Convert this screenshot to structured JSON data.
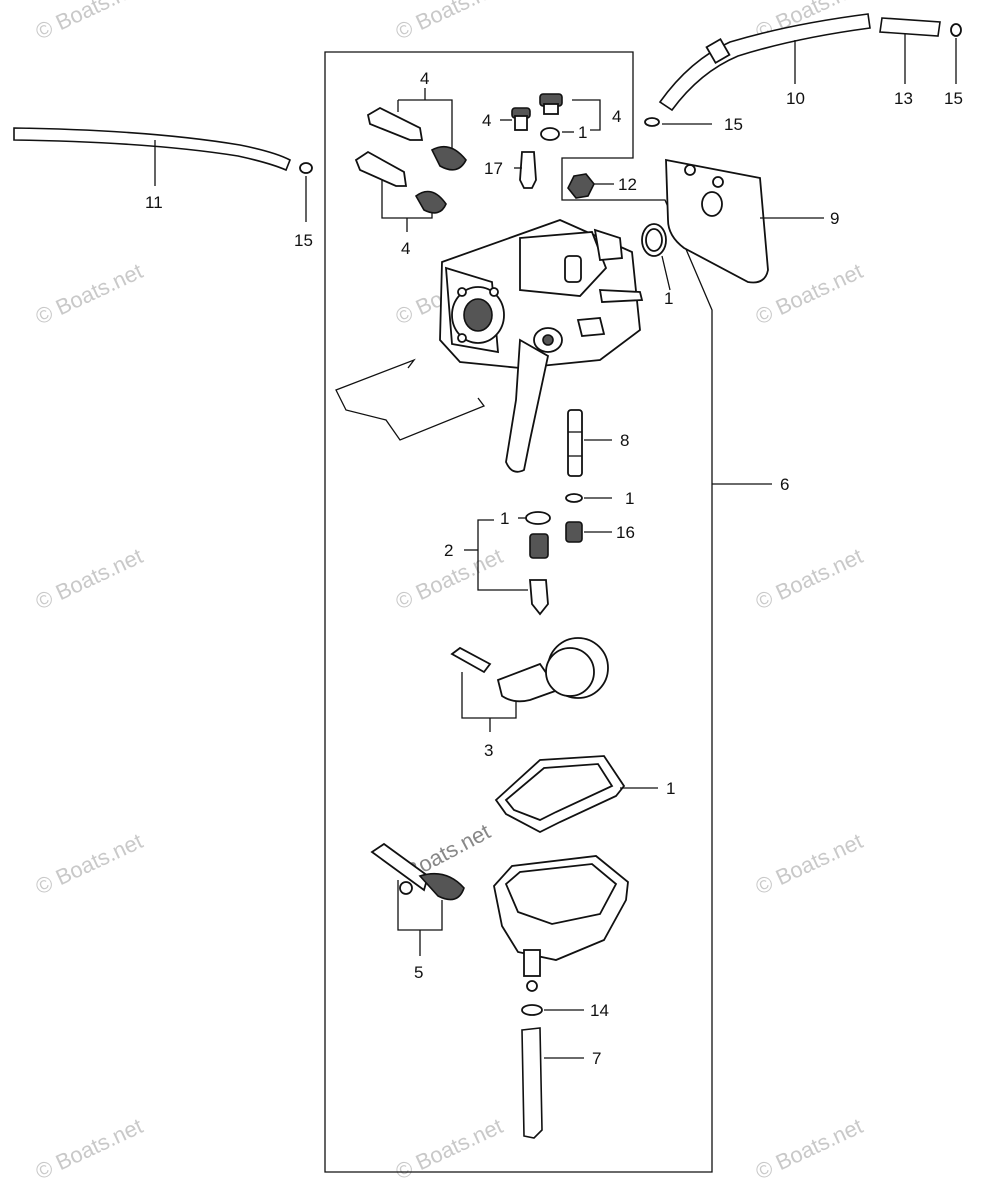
{
  "watermark": "© Boats.net",
  "center_mark": "Boats.net",
  "callouts": {
    "c4_top_left": "4",
    "c4_screw_a": "4",
    "c4_screw_b": "4",
    "c1_washer_top": "1",
    "c17": "17",
    "c12": "12",
    "c15_right": "15",
    "c10": "10",
    "c13": "13",
    "c15_far_right": "15",
    "c11": "11",
    "c15_left": "15",
    "c4_bottom_left": "4",
    "c9": "9",
    "c1_oring": "1",
    "c8": "8",
    "c6": "6",
    "c1_washer_mid": "1",
    "c1_washer_small": "1",
    "c16": "16",
    "c2": "2",
    "c3": "3",
    "c1_gasket": "1",
    "c5": "5",
    "c14": "14",
    "c7": "7"
  }
}
